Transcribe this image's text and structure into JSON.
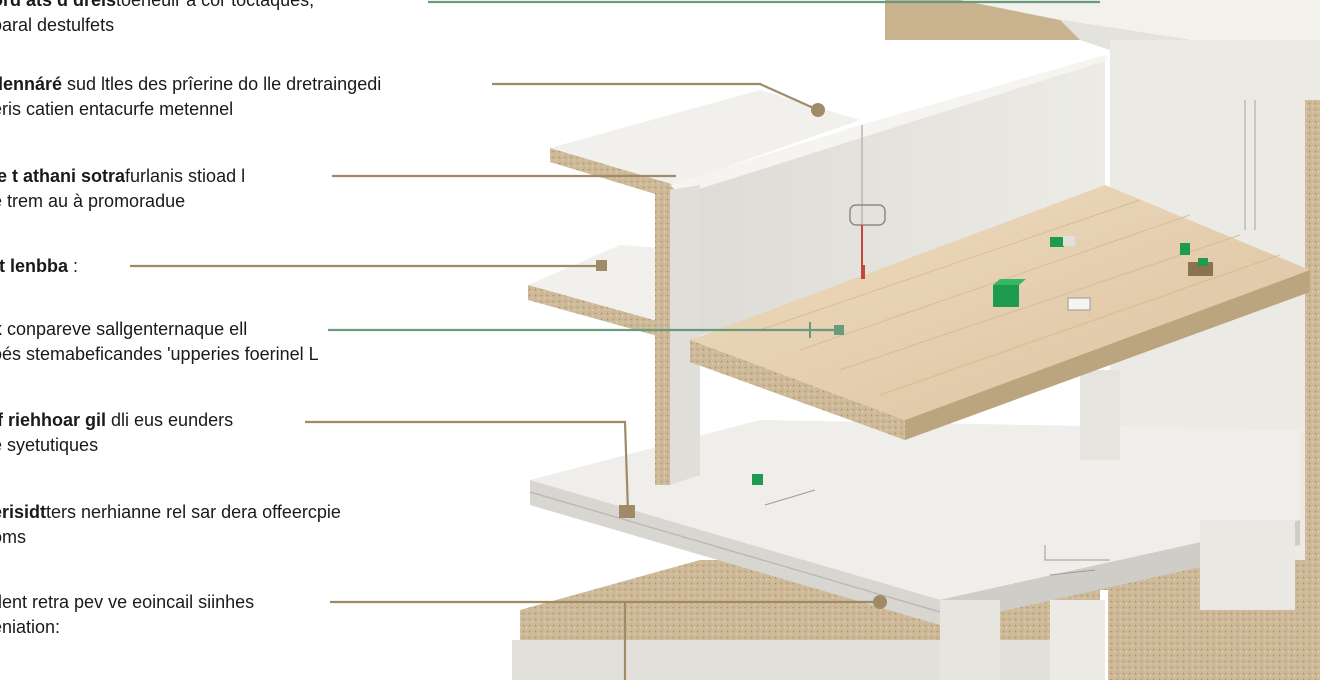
{
  "colors": {
    "leader_tan": "#a08a68",
    "leader_green": "#6a9a7e",
    "board_gray": "#e7e5e0",
    "wood": "#e7d3b6",
    "chipboard": "#cdb997",
    "accent_green": "#1e9b4f"
  },
  "callouts": [
    {
      "bold": "ord ats d dreis",
      "text": "toeheuir a cor toctaques,",
      "line2": "oaral destulfets",
      "leader": "green"
    },
    {
      "bold": "dennáré",
      "text": " sud ltles des prîerine do lle dretraingedi",
      "line2": "éris catien entacurfe metennel",
      "leader": "tan"
    },
    {
      "bold": "le t athani sotra",
      "text": "furlanis stioad l",
      "line2": "e trem au à promoradue",
      "leader": "tan"
    },
    {
      "bold": "rt lenbba",
      "text": "  :",
      "line2": "",
      "leader": "tan"
    },
    {
      "bold": "x",
      "text": " conpareve sallgenternaque ell",
      "line2": "oés stemabeficandes 'upperies foerinel L",
      "leader": "green"
    },
    {
      "bold": "lf riehhoar gil",
      "text": " dli eus eunders",
      "line2": "e syetutiques",
      "leader": "tan"
    },
    {
      "bold": "erisidt",
      "text": "ters nerhianne rel sar dera offeercpie",
      "line2": "oms",
      "leader": "tan"
    },
    {
      "bold": "",
      "text": "dent retra pev ve eoincail siinhes",
      "line2": "eniation:",
      "leader": "tan"
    }
  ]
}
